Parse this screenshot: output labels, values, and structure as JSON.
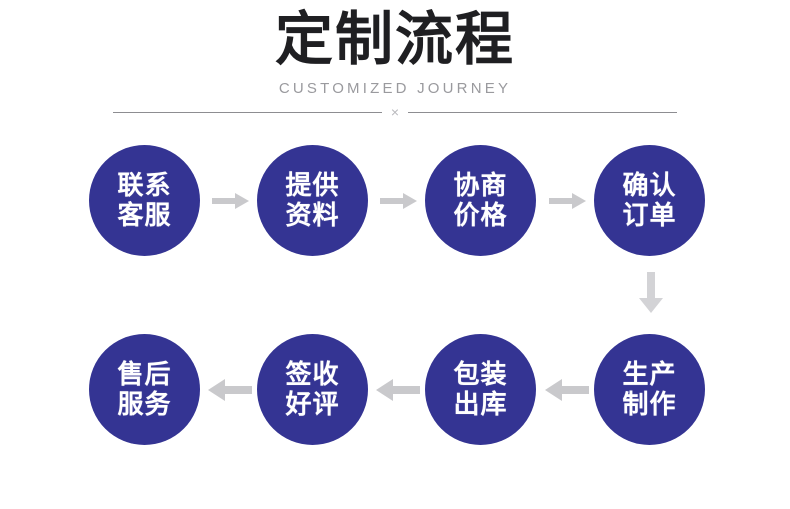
{
  "header": {
    "title": "定制流程",
    "subtitle": "CUSTOMIZED JOURNEY",
    "divider_mark": "×"
  },
  "colors": {
    "node_fill": "#343493",
    "node_text": "#ffffff",
    "arrow": "#c9c9cc",
    "title_text": "#1f1f22",
    "subtitle_text": "#9a9a9e",
    "divider_line": "#8d8d91",
    "background": "#ffffff"
  },
  "flow": {
    "row1_direction": "left-to-right",
    "row2_direction": "right-to-left",
    "connector_down": "down-arrow",
    "steps": [
      {
        "index": 1,
        "line1": "联系",
        "line2": "客服"
      },
      {
        "index": 2,
        "line1": "提供",
        "line2": "资料"
      },
      {
        "index": 3,
        "line1": "协商",
        "line2": "价格"
      },
      {
        "index": 4,
        "line1": "确认",
        "line2": "订单"
      },
      {
        "index": 5,
        "line1": "生产",
        "line2": "制作"
      },
      {
        "index": 6,
        "line1": "包装",
        "line2": "出库"
      },
      {
        "index": 7,
        "line1": "签收",
        "line2": "好评"
      },
      {
        "index": 8,
        "line1": "售后",
        "line2": "服务"
      }
    ]
  }
}
